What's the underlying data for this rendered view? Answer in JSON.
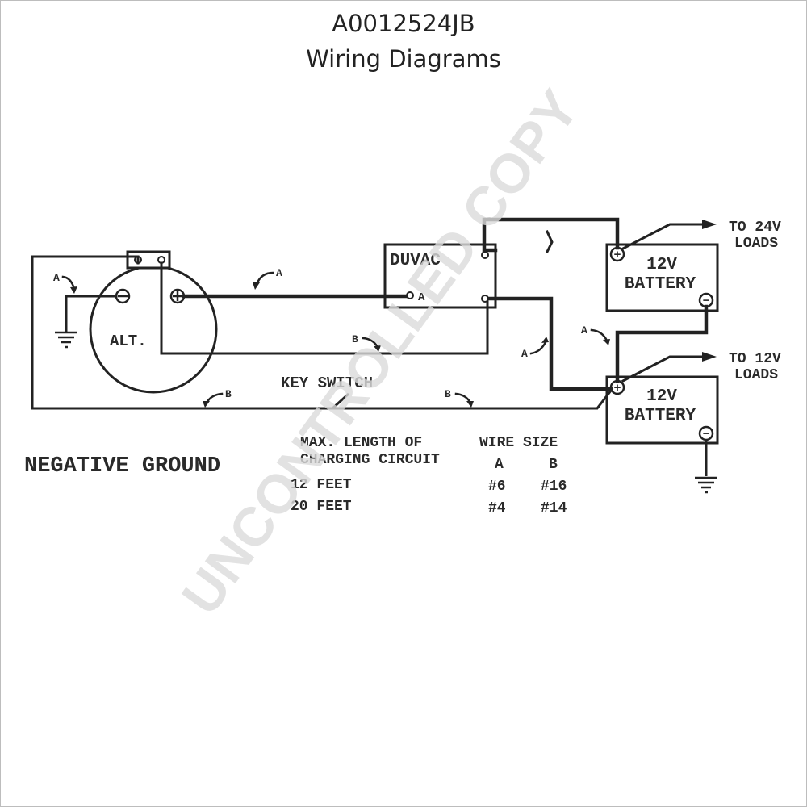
{
  "header": {
    "part_number": "A0012524JB",
    "subtitle": "Wiring Diagrams"
  },
  "diagram": {
    "alternator": "ALT.",
    "duvac": "DUVAC",
    "duvac_pin_a": "A",
    "key_switch": "KEY SWITCH",
    "wire_a": "A",
    "wire_b": "B",
    "battery_top": {
      "line1": "12V",
      "line2": "BATTERY"
    },
    "battery_bottom": {
      "line1": "12V",
      "line2": "BATTERY"
    },
    "load_24": {
      "line1": "TO 24V",
      "line2": "LOADS"
    },
    "load_12": {
      "line1": "TO 12V",
      "line2": "LOADS"
    },
    "negative_ground": "NEGATIVE GROUND",
    "plus_symbol": "+",
    "minus_symbol": "−"
  },
  "table": {
    "col1_line1": "MAX. LENGTH OF",
    "col1_line2": "CHARGING CIRCUIT",
    "wire_size": "WIRE SIZE",
    "col_a": "A",
    "col_b": "B",
    "rows": [
      {
        "length": "12 FEET",
        "a": "#6",
        "b": "#16"
      },
      {
        "length": "20 FEET",
        "a": "#4",
        "b": "#14"
      }
    ]
  },
  "watermark": "UNCONTROLLED COPY"
}
